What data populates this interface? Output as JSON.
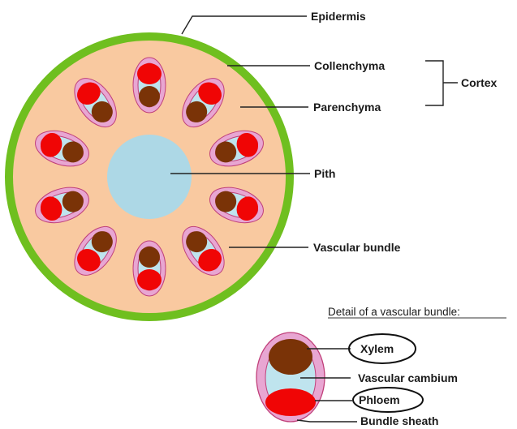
{
  "labels": {
    "epidermis": "Epidermis",
    "collenchyma": "Collenchyma",
    "parenchyma": "Parenchyma",
    "cortex": "Cortex",
    "pith": "Pith",
    "vascular_bundle": "Vascular bundle"
  },
  "detail": {
    "caption": "Detail of a vascular bundle:",
    "xylem": "Xylem",
    "vascular_cambium": "Vascular cambium",
    "phloem": "Phloem",
    "bundle_sheath": "Bundle sheath"
  },
  "colors": {
    "epidermis": "#6fbf1f",
    "cortex_fill": "#f9c9a0",
    "pith": "#add8e6",
    "bundle_sheath": "#e8a6d2",
    "bundle_sheath_stroke": "#c0407a",
    "cambium": "#bfe4ee",
    "xylem": "#7a3307",
    "phloem": "#f00505"
  }
}
